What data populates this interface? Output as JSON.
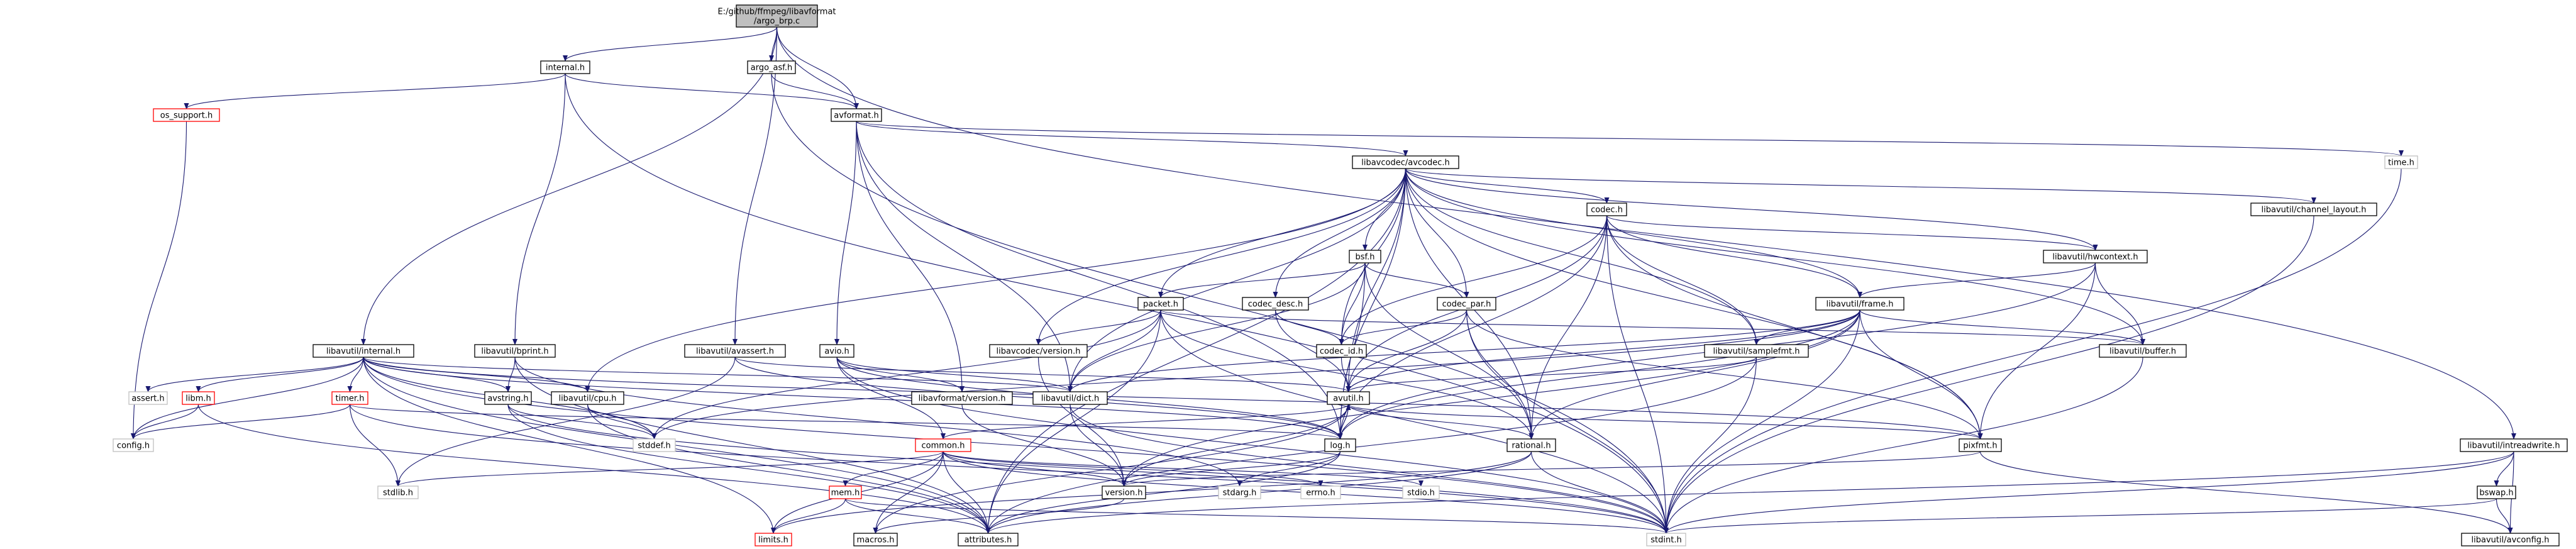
{
  "colors": {
    "edge": "#191970",
    "border": "#000000",
    "red_border": "#ff0000",
    "root_fill": "#bfbfbf"
  },
  "nodes": [
    {
      "id": "root",
      "label": [
        "E:/github/ffmpeg/libavformat",
        "/argo_brp.c"
      ],
      "style": "root"
    },
    {
      "id": "internal_h",
      "label": [
        "internal.h"
      ]
    },
    {
      "id": "argo_asf_h",
      "label": [
        "argo_asf.h"
      ]
    },
    {
      "id": "avformat_h",
      "label": [
        "avformat.h"
      ]
    },
    {
      "id": "os_support_h",
      "label": [
        "os_support.h"
      ],
      "style": "red"
    },
    {
      "id": "avcodec_h",
      "label": [
        "libavcodec/avcodec.h"
      ]
    },
    {
      "id": "time_h",
      "label": [
        "time.h"
      ],
      "style": "plain"
    },
    {
      "id": "codec_h",
      "label": [
        "codec.h"
      ]
    },
    {
      "id": "channel_layout_h",
      "label": [
        "libavutil/channel_layout.h"
      ]
    },
    {
      "id": "hwcontext_h",
      "label": [
        "libavutil/hwcontext.h"
      ]
    },
    {
      "id": "bsf_h",
      "label": [
        "bsf.h"
      ]
    },
    {
      "id": "packet_h",
      "label": [
        "packet.h"
      ]
    },
    {
      "id": "codec_desc_h",
      "label": [
        "codec_desc.h"
      ]
    },
    {
      "id": "codec_par_h",
      "label": [
        "codec_par.h"
      ]
    },
    {
      "id": "frame_h",
      "label": [
        "libavutil/frame.h"
      ]
    },
    {
      "id": "lavc_version_h",
      "label": [
        "libavcodec/version.h"
      ]
    },
    {
      "id": "codec_id_h",
      "label": [
        "codec_id.h"
      ]
    },
    {
      "id": "buffer_h",
      "label": [
        "libavutil/buffer.h"
      ]
    },
    {
      "id": "samplefmt_h",
      "label": [
        "libavutil/samplefmt.h"
      ]
    },
    {
      "id": "lavu_internal_h",
      "label": [
        "libavutil/internal.h"
      ]
    },
    {
      "id": "bprint_h",
      "label": [
        "libavutil/bprint.h"
      ]
    },
    {
      "id": "avassert_h",
      "label": [
        "libavutil/avassert.h"
      ]
    },
    {
      "id": "avio_h",
      "label": [
        "avio.h"
      ]
    },
    {
      "id": "lavf_version_h",
      "label": [
        "libavformat/version.h"
      ]
    },
    {
      "id": "dict_h",
      "label": [
        "libavutil/dict.h"
      ]
    },
    {
      "id": "avutil_h",
      "label": [
        "avutil.h"
      ]
    },
    {
      "id": "rational_h",
      "label": [
        "rational.h"
      ]
    },
    {
      "id": "pixfmt_h",
      "label": [
        "pixfmt.h"
      ]
    },
    {
      "id": "log_h",
      "label": [
        "log.h"
      ]
    },
    {
      "id": "common_h",
      "label": [
        "common.h"
      ],
      "style": "red"
    },
    {
      "id": "version_h",
      "label": [
        "version.h"
      ]
    },
    {
      "id": "stddef_h",
      "label": [
        "stddef.h"
      ],
      "style": "plain"
    },
    {
      "id": "assert_h",
      "label": [
        "assert.h"
      ],
      "style": "plain"
    },
    {
      "id": "libm_h",
      "label": [
        "libm.h"
      ],
      "style": "red"
    },
    {
      "id": "timer_h",
      "label": [
        "timer.h"
      ],
      "style": "red"
    },
    {
      "id": "avstring_h",
      "label": [
        "avstring.h"
      ]
    },
    {
      "id": "cpu_h",
      "label": [
        "libavutil/cpu.h"
      ]
    },
    {
      "id": "config_h",
      "label": [
        "config.h"
      ],
      "style": "plain"
    },
    {
      "id": "stdlib_h",
      "label": [
        "stdlib.h"
      ],
      "style": "plain"
    },
    {
      "id": "mem_h",
      "label": [
        "mem.h"
      ],
      "style": "red"
    },
    {
      "id": "limits_h",
      "label": [
        "limits.h"
      ],
      "style": "red"
    },
    {
      "id": "macros_h",
      "label": [
        "macros.h"
      ]
    },
    {
      "id": "attributes_h",
      "label": [
        "attributes.h"
      ]
    },
    {
      "id": "stdint_h",
      "label": [
        "stdint.h"
      ],
      "style": "plain"
    },
    {
      "id": "stdarg_h",
      "label": [
        "stdarg.h"
      ],
      "style": "plain"
    },
    {
      "id": "errno_h",
      "label": [
        "errno.h"
      ],
      "style": "plain"
    },
    {
      "id": "stdio_h",
      "label": [
        "stdio.h"
      ],
      "style": "plain"
    },
    {
      "id": "intreadwrite_h",
      "label": [
        "libavutil/intreadwrite.h"
      ]
    },
    {
      "id": "bswap_h",
      "label": [
        "bswap.h"
      ]
    },
    {
      "id": "avconfig_h",
      "label": [
        "libavutil/avconfig.h"
      ]
    }
  ],
  "edges": [
    [
      "root",
      "internal_h"
    ],
    [
      "root",
      "argo_asf_h"
    ],
    [
      "root",
      "avformat_h"
    ],
    [
      "root",
      "lavu_internal_h"
    ],
    [
      "root",
      "avassert_h"
    ],
    [
      "root",
      "intreadwrite_h"
    ],
    [
      "internal_h",
      "os_support_h"
    ],
    [
      "internal_h",
      "avformat_h"
    ],
    [
      "internal_h",
      "bprint_h"
    ],
    [
      "internal_h",
      "stdint_h"
    ],
    [
      "argo_asf_h",
      "avformat_h"
    ],
    [
      "argo_asf_h",
      "stdint_h"
    ],
    [
      "os_support_h",
      "config_h"
    ],
    [
      "avformat_h",
      "avcodec_h"
    ],
    [
      "avformat_h",
      "time_h"
    ],
    [
      "avformat_h",
      "avio_h"
    ],
    [
      "avformat_h",
      "lavf_version_h"
    ],
    [
      "avformat_h",
      "dict_h"
    ],
    [
      "avformat_h",
      "log_h"
    ],
    [
      "avcodec_h",
      "codec_h"
    ],
    [
      "avcodec_h",
      "channel_layout_h"
    ],
    [
      "avcodec_h",
      "hwcontext_h"
    ],
    [
      "avcodec_h",
      "bsf_h"
    ],
    [
      "avcodec_h",
      "packet_h"
    ],
    [
      "avcodec_h",
      "codec_desc_h"
    ],
    [
      "avcodec_h",
      "codec_par_h"
    ],
    [
      "avcodec_h",
      "frame_h"
    ],
    [
      "avcodec_h",
      "lavc_version_h"
    ],
    [
      "avcodec_h",
      "codec_id_h"
    ],
    [
      "avcodec_h",
      "buffer_h"
    ],
    [
      "avcodec_h",
      "samplefmt_h"
    ],
    [
      "avcodec_h",
      "cpu_h"
    ],
    [
      "avcodec_h",
      "dict_h"
    ],
    [
      "avcodec_h",
      "avutil_h"
    ],
    [
      "avcodec_h",
      "log_h"
    ],
    [
      "avcodec_h",
      "pixfmt_h"
    ],
    [
      "avcodec_h",
      "rational_h"
    ],
    [
      "avcodec_h",
      "attributes_h"
    ],
    [
      "time_h",
      "stdint_h"
    ],
    [
      "codec_h",
      "hwcontext_h"
    ],
    [
      "codec_h",
      "codec_id_h"
    ],
    [
      "codec_h",
      "frame_h"
    ],
    [
      "codec_h",
      "samplefmt_h"
    ],
    [
      "codec_h",
      "avutil_h"
    ],
    [
      "codec_h",
      "log_h"
    ],
    [
      "codec_h",
      "pixfmt_h"
    ],
    [
      "codec_h",
      "rational_h"
    ],
    [
      "codec_h",
      "stdint_h"
    ],
    [
      "channel_layout_h",
      "stdint_h"
    ],
    [
      "hwcontext_h",
      "buffer_h"
    ],
    [
      "hwcontext_h",
      "frame_h"
    ],
    [
      "hwcontext_h",
      "log_h"
    ],
    [
      "hwcontext_h",
      "pixfmt_h"
    ],
    [
      "bsf_h",
      "packet_h"
    ],
    [
      "bsf_h",
      "codec_id_h"
    ],
    [
      "bsf_h",
      "codec_par_h"
    ],
    [
      "bsf_h",
      "dict_h"
    ],
    [
      "bsf_h",
      "log_h"
    ],
    [
      "bsf_h",
      "rational_h"
    ],
    [
      "packet_h",
      "lavc_version_h"
    ],
    [
      "packet_h",
      "buffer_h"
    ],
    [
      "packet_h",
      "dict_h"
    ],
    [
      "packet_h",
      "attributes_h"
    ],
    [
      "packet_h",
      "rational_h"
    ],
    [
      "packet_h",
      "stddef_h"
    ],
    [
      "packet_h",
      "stdint_h"
    ],
    [
      "codec_desc_h",
      "codec_id_h"
    ],
    [
      "codec_desc_h",
      "avutil_h"
    ],
    [
      "codec_par_h",
      "codec_id_h"
    ],
    [
      "codec_par_h",
      "avutil_h"
    ],
    [
      "codec_par_h",
      "rational_h"
    ],
    [
      "codec_par_h",
      "pixfmt_h"
    ],
    [
      "codec_par_h",
      "stdint_h"
    ],
    [
      "frame_h",
      "buffer_h"
    ],
    [
      "frame_h",
      "dict_h"
    ],
    [
      "frame_h",
      "samplefmt_h"
    ],
    [
      "frame_h",
      "avutil_h"
    ],
    [
      "frame_h",
      "rational_h"
    ],
    [
      "frame_h",
      "pixfmt_h"
    ],
    [
      "frame_h",
      "log_h"
    ],
    [
      "frame_h",
      "stddef_h"
    ],
    [
      "frame_h",
      "version_h"
    ],
    [
      "frame_h",
      "stdint_h"
    ],
    [
      "lavc_version_h",
      "version_h"
    ],
    [
      "codec_id_h",
      "avutil_h"
    ],
    [
      "buffer_h",
      "stdint_h"
    ],
    [
      "samplefmt_h",
      "avutil_h"
    ],
    [
      "samplefmt_h",
      "attributes_h"
    ],
    [
      "samplefmt_h",
      "stdint_h"
    ],
    [
      "lavu_internal_h",
      "config_h"
    ],
    [
      "lavu_internal_h",
      "assert_h"
    ],
    [
      "lavu_internal_h",
      "libm_h"
    ],
    [
      "lavu_internal_h",
      "timer_h"
    ],
    [
      "lavu_internal_h",
      "avstring_h"
    ],
    [
      "lavu_internal_h",
      "cpu_h"
    ],
    [
      "lavu_internal_h",
      "dict_h"
    ],
    [
      "lavu_internal_h",
      "stddef_h"
    ],
    [
      "lavu_internal_h",
      "log_h"
    ],
    [
      "lavu_internal_h",
      "pixfmt_h"
    ],
    [
      "lavu_internal_h",
      "attributes_h"
    ],
    [
      "lavu_internal_h",
      "limits_h"
    ],
    [
      "lavu_internal_h",
      "stdint_h"
    ],
    [
      "bprint_h",
      "avstring_h"
    ],
    [
      "bprint_h",
      "attributes_h"
    ],
    [
      "bprint_h",
      "stdarg_h"
    ],
    [
      "avassert_h",
      "avutil_h"
    ],
    [
      "avassert_h",
      "log_h"
    ],
    [
      "avassert_h",
      "stdlib_h"
    ],
    [
      "avio_h",
      "common_h"
    ],
    [
      "avio_h",
      "dict_h"
    ],
    [
      "avio_h",
      "log_h"
    ],
    [
      "avio_h",
      "lavf_version_h"
    ],
    [
      "avio_h",
      "stdint_h"
    ],
    [
      "lavf_version_h",
      "version_h"
    ],
    [
      "dict_h",
      "version_h"
    ],
    [
      "dict_h",
      "stdint_h"
    ],
    [
      "avutil_h",
      "common_h"
    ],
    [
      "avutil_h",
      "rational_h"
    ],
    [
      "avutil_h",
      "version_h"
    ],
    [
      "avutil_h",
      "macros_h"
    ],
    [
      "avutil_h",
      "log_h"
    ],
    [
      "avutil_h",
      "pixfmt_h"
    ],
    [
      "rational_h",
      "stdint_h"
    ],
    [
      "rational_h",
      "limits_h"
    ],
    [
      "rational_h",
      "attributes_h"
    ],
    [
      "pixfmt_h",
      "version_h"
    ],
    [
      "pixfmt_h",
      "avconfig_h"
    ],
    [
      "log_h",
      "stdarg_h"
    ],
    [
      "log_h",
      "avutil_h"
    ],
    [
      "log_h",
      "attributes_h"
    ],
    [
      "log_h",
      "version_h"
    ],
    [
      "common_h",
      "errno_h"
    ],
    [
      "common_h",
      "stdio_h"
    ],
    [
      "common_h",
      "stdlib_h"
    ],
    [
      "common_h",
      "mem_h"
    ],
    [
      "common_h",
      "limits_h"
    ],
    [
      "common_h",
      "macros_h"
    ],
    [
      "common_h",
      "attributes_h"
    ],
    [
      "common_h",
      "version_h"
    ],
    [
      "common_h",
      "stdint_h"
    ],
    [
      "version_h",
      "macros_h"
    ],
    [
      "libm_h",
      "config_h"
    ],
    [
      "libm_h",
      "attributes_h"
    ],
    [
      "timer_h",
      "config_h"
    ],
    [
      "timer_h",
      "stdlib_h"
    ],
    [
      "timer_h",
      "log_h"
    ],
    [
      "timer_h",
      "stdint_h"
    ],
    [
      "avstring_h",
      "stddef_h"
    ],
    [
      "avstring_h",
      "stdint_h"
    ],
    [
      "avstring_h",
      "attributes_h"
    ],
    [
      "cpu_h",
      "stddef_h"
    ],
    [
      "cpu_h",
      "attributes_h"
    ],
    [
      "mem_h",
      "limits_h"
    ],
    [
      "mem_h",
      "attributes_h"
    ],
    [
      "mem_h",
      "stdint_h"
    ],
    [
      "intreadwrite_h",
      "bswap_h"
    ],
    [
      "intreadwrite_h",
      "avconfig_h"
    ],
    [
      "intreadwrite_h",
      "attributes_h"
    ],
    [
      "intreadwrite_h",
      "stdint_h"
    ],
    [
      "bswap_h",
      "avconfig_h"
    ],
    [
      "bswap_h",
      "stdint_h"
    ]
  ]
}
